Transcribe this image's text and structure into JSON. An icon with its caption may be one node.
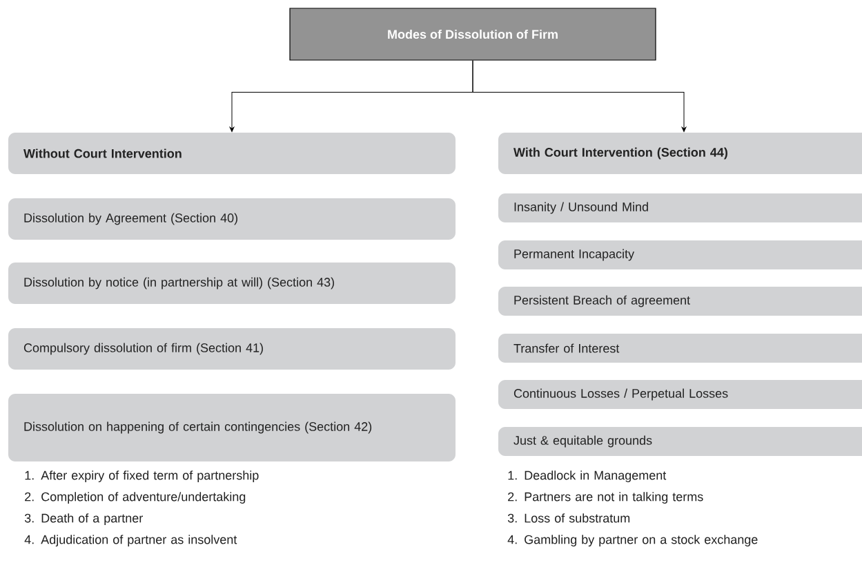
{
  "diagram": {
    "nodes": [
      {
        "text": [
          "Modes  of Dissolution of Firm"
        ]
      },
      {
        "text": [
          "Without Court Intervention"
        ]
      },
      {
        "text": [
          "With Court Intervention (Section 44)"
        ]
      },
      {
        "text": [
          "Dissolution by Agreement (Section 40)"
        ]
      },
      {
        "text": [
          "Dissolution by notice (in partnership at will) (Section 43)"
        ]
      },
      {
        "text": [
          "Compulsory dissolution of firm (Section 41)"
        ]
      },
      {
        "text": [
          "Dissolution on happening of certain contingencies (Section 42)"
        ]
      },
      {
        "text": [
          "Insanity / Unsound Mind"
        ]
      },
      {
        "text": [
          "Permanent Incapacity"
        ]
      },
      {
        "text": [
          "Persistent Breach of agreement"
        ]
      },
      {
        "text": [
          "Transfer of Interest"
        ]
      },
      {
        "text": [
          "Continuous Losses / Perpetual Losses"
        ]
      },
      {
        "text": [
          "Just & equitable grounds"
        ]
      }
    ],
    "edges": [
      {
        "from": 0,
        "to": 1,
        "arrow": "to"
      },
      {
        "from": 0,
        "to": 2,
        "arrow": "to"
      }
    ],
    "labels": [
      "1. After expiry of fixed term of partnership",
      "1. Deadlock in Management",
      "2. Completion of adventure/undertaking",
      "2. Partners are not in talking terms",
      "3. Death of a partner",
      "3. Loss of substratum",
      "4. Adjudication of partner as insolvent",
      "4. Gambling by partner on a stock exchange"
    ]
  }
}
